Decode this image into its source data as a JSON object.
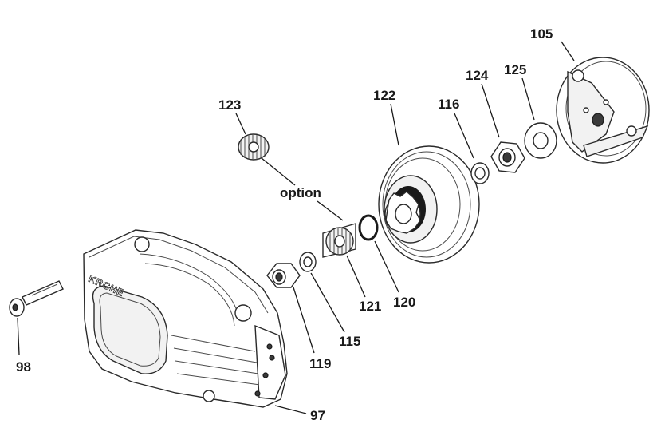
{
  "diagram": {
    "title": "Clutch drum exploded parts view",
    "brand_mark": "KRCHE",
    "option_label": "option",
    "callouts": {
      "p105": "105",
      "p125": "125",
      "p124": "124",
      "p116": "116",
      "p122": "122",
      "p123": "123",
      "p120": "120",
      "p121": "121",
      "p115": "115",
      "p119": "119",
      "p98": "98",
      "p97": "97"
    }
  }
}
